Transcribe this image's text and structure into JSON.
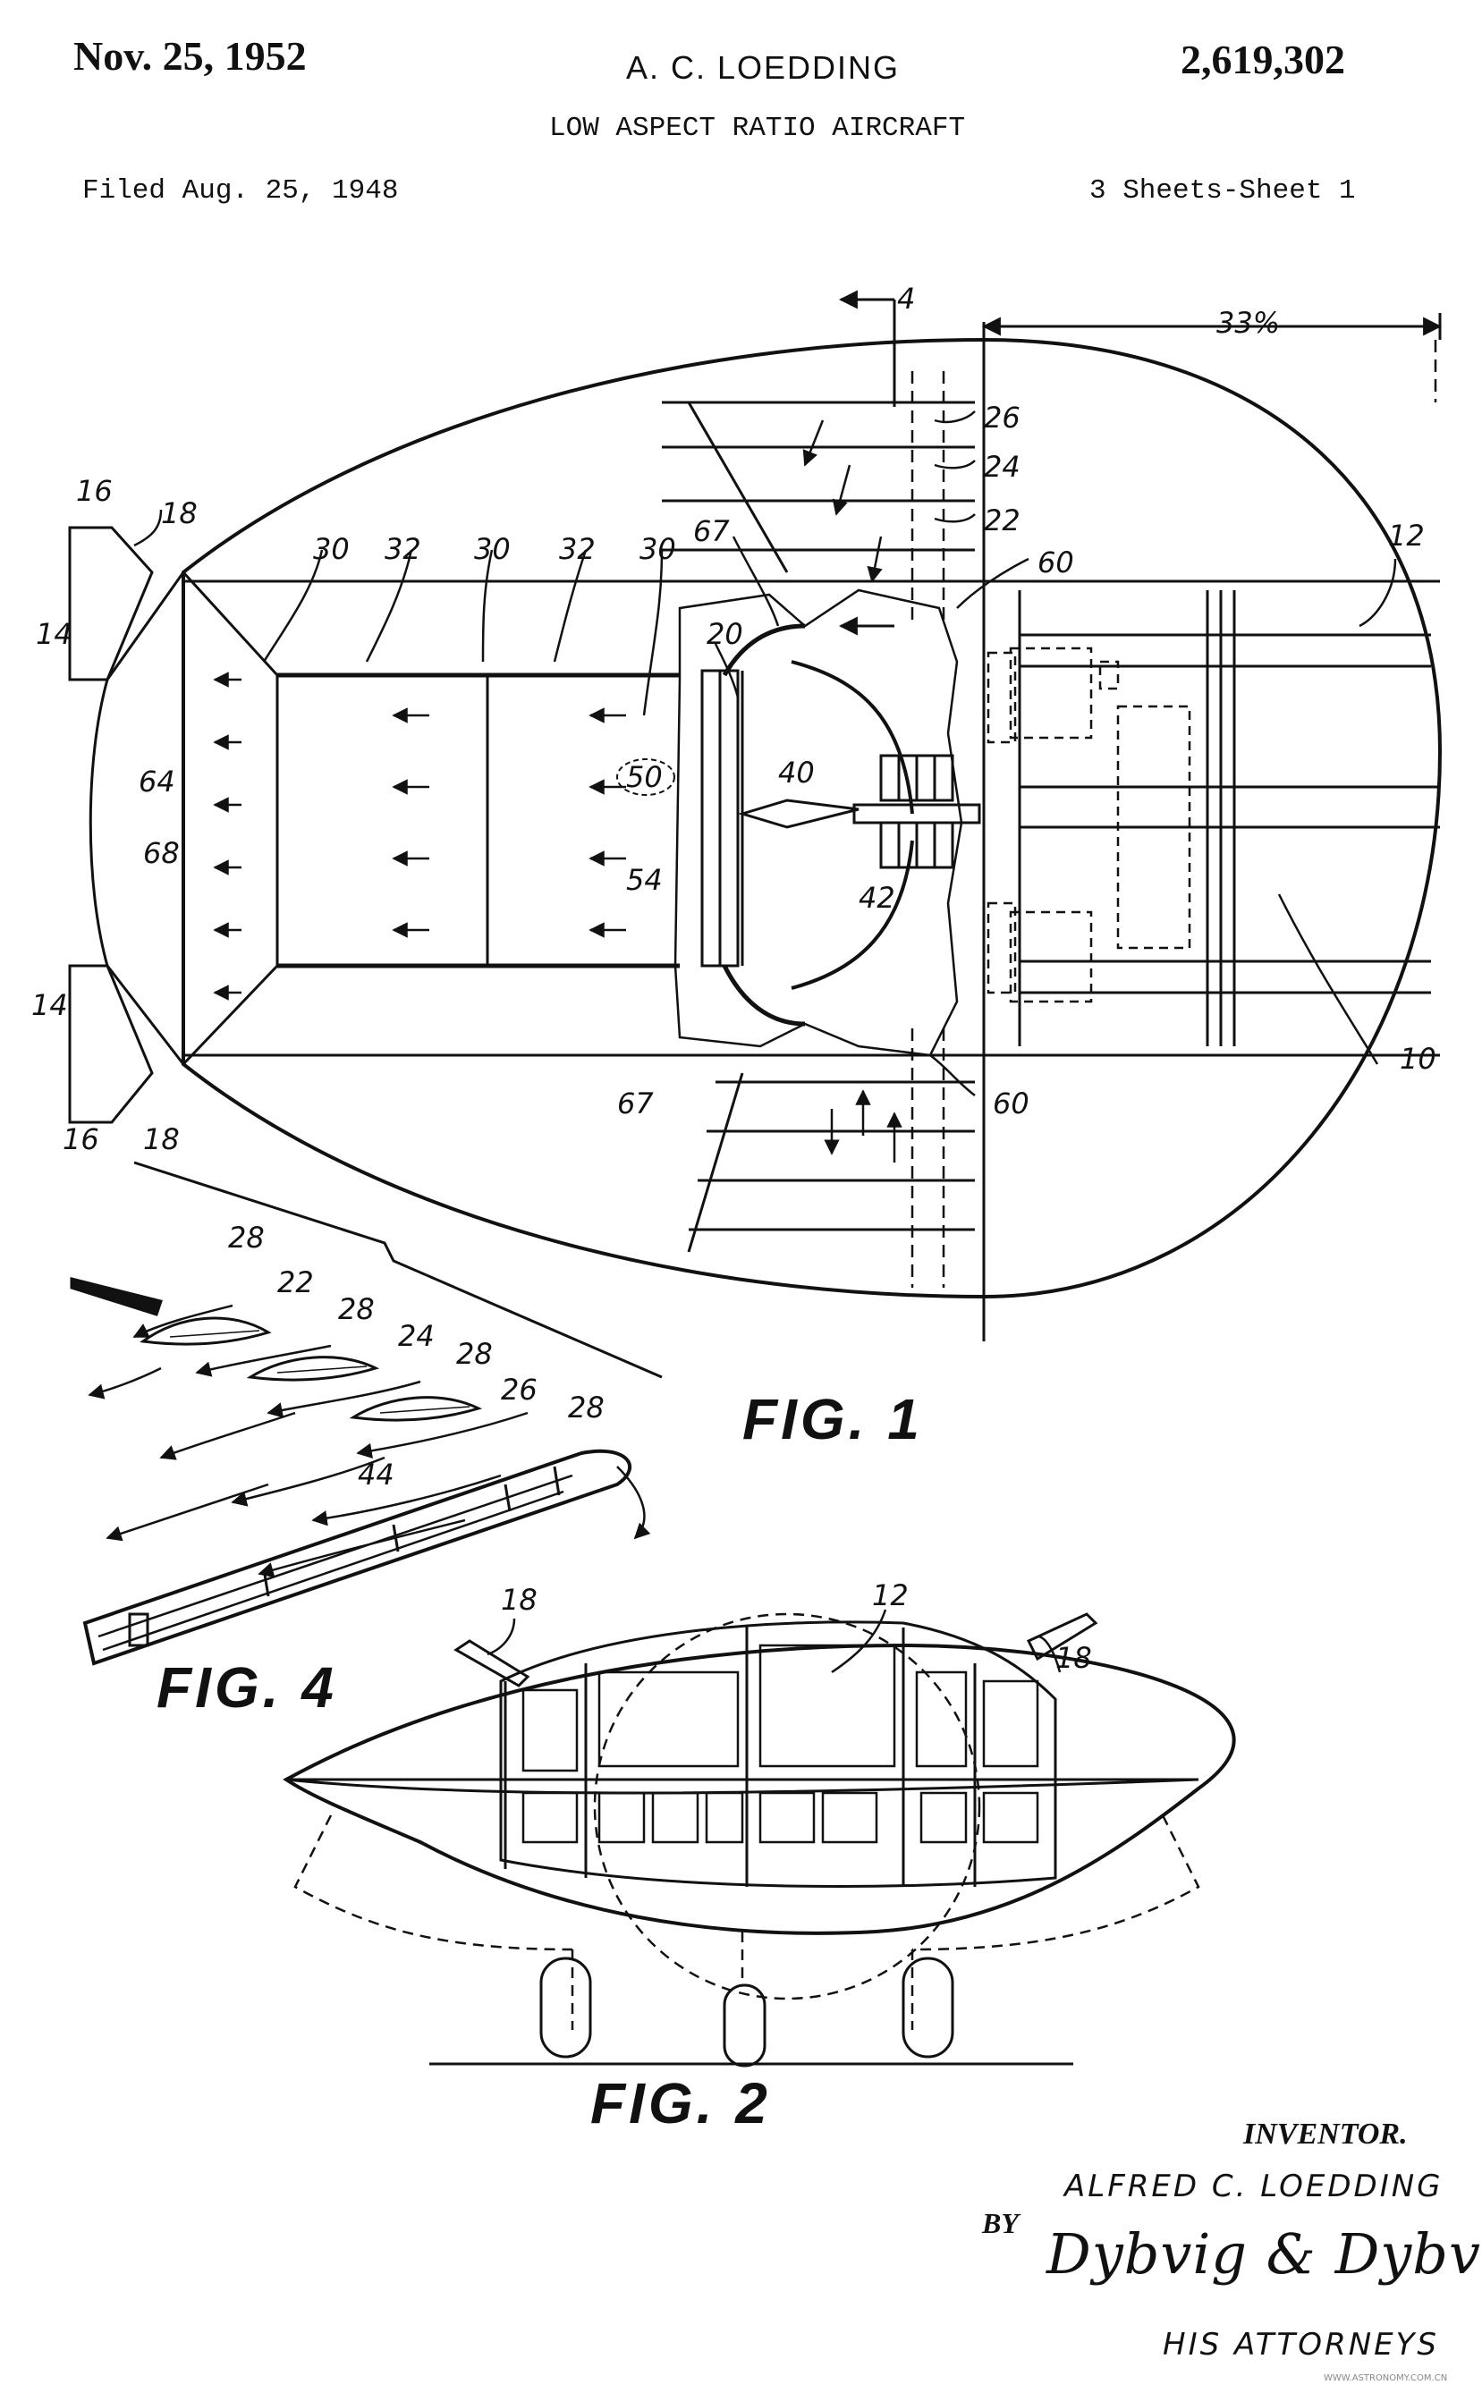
{
  "header": {
    "date": "Nov. 25, 1952",
    "inventor_name": "A. C. LOEDDING",
    "patent_number": "2,619,302",
    "title": "LOW ASPECT RATIO AIRCRAFT",
    "filed": "Filed Aug. 25, 1948",
    "sheets": "3 Sheets-Sheet 1"
  },
  "fig1": {
    "label": "FIG. 1",
    "percent": "33%",
    "section_mark": "4",
    "numerals": {
      "n4": "4",
      "n26": "26",
      "n24": "24",
      "n22": "22",
      "n12": "12",
      "n60a": "60",
      "n16a": "16",
      "n18a": "18",
      "n30a": "30",
      "n32a": "32",
      "n30b": "30",
      "n32b": "32",
      "n30c": "30",
      "n67a": "67",
      "n20": "20",
      "n14a": "14",
      "n64": "64",
      "n50": "50",
      "n40": "40",
      "n68": "68",
      "n54": "54",
      "n42": "42",
      "n14b": "14",
      "n67b": "67",
      "n60b": "60",
      "n10": "10",
      "n16b": "16",
      "n18b": "18"
    }
  },
  "fig4": {
    "label": "FIG. 4",
    "numerals": {
      "n28a": "28",
      "n22": "22",
      "n28b": "28",
      "n24": "24",
      "n28c": "28",
      "n26": "26",
      "n28d": "28",
      "n44": "44"
    }
  },
  "fig2": {
    "label": "FIG. 2",
    "numerals": {
      "n18a": "18",
      "n12": "12",
      "n18b": "18"
    }
  },
  "signature": {
    "inventor_label": "INVENTOR.",
    "inventor": "ALFRED C. LOEDDING",
    "by": "BY",
    "signature_text": "Dybvig & Dybvig",
    "attorneys": "HIS ATTORNEYS"
  },
  "watermark": "WWW.ASTRONOMY.COM.CN"
}
